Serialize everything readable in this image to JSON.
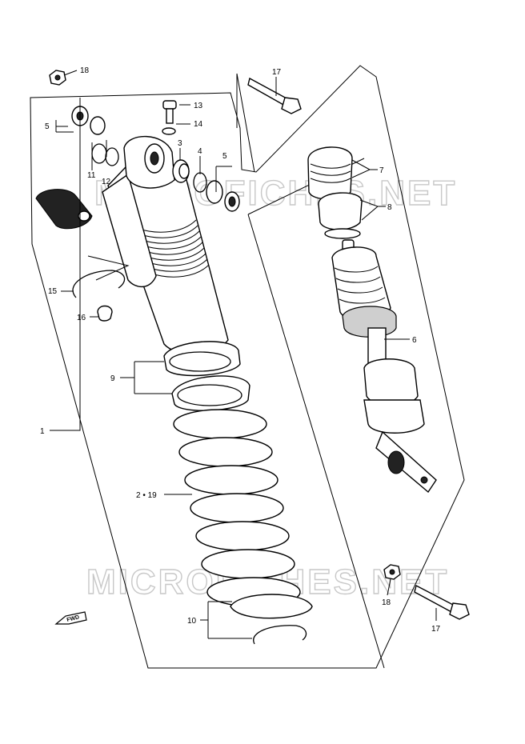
{
  "watermarks": [
    "MICROFICHES.NET",
    "MICROFICHES.NET"
  ],
  "direction_mark": "FWD",
  "callouts": {
    "p1": "1",
    "p2_19": "2 • 19",
    "p3": "3",
    "p4": "4",
    "p5_left": "5",
    "p5_right": "5",
    "p6": "6",
    "p7": "7",
    "p8": "8",
    "p9": "9",
    "p10": "10",
    "p11": "11",
    "p12": "12",
    "p13": "13",
    "p14": "14",
    "p15": "15",
    "p16": "16",
    "p17_top": "17",
    "p17_bottom": "17",
    "p18_top": "18",
    "p18_bottom": "18"
  }
}
